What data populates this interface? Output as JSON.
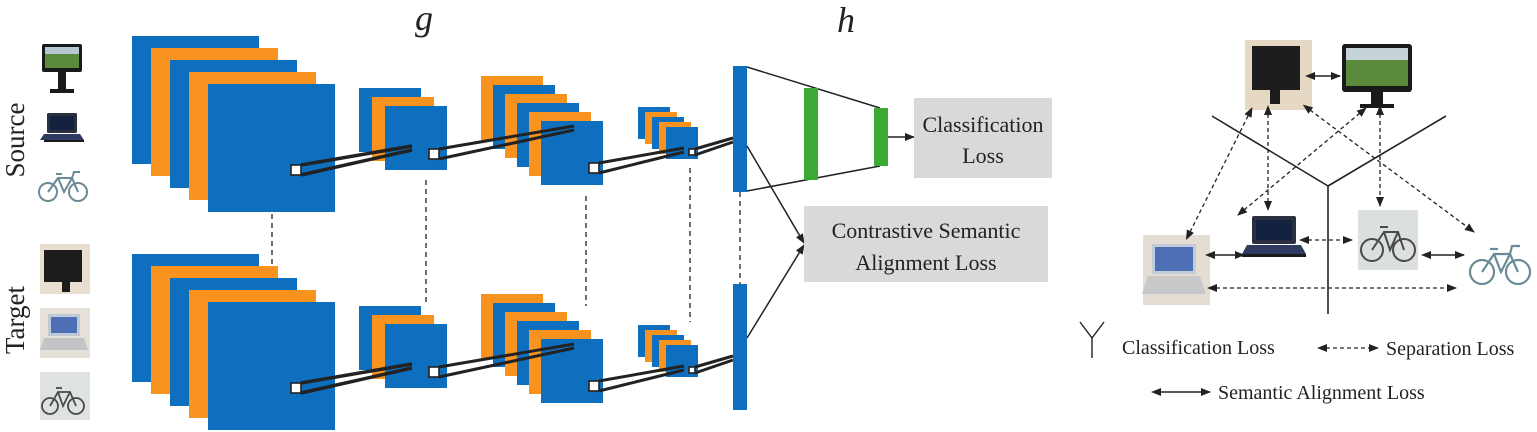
{
  "labels": {
    "source": "Source",
    "target": "Target",
    "g": "g",
    "h": "h"
  },
  "boxes": {
    "classification": [
      "Classification",
      "Loss"
    ],
    "contrastive": [
      "Contrastive Semantic",
      "Alignment Loss"
    ]
  },
  "legend": {
    "classification": "Classification Loss",
    "separation": "Separation Loss",
    "alignment": "Semantic Alignment Loss"
  },
  "icons": {
    "source": [
      "monitor-icon",
      "laptop-icon",
      "bicycle-icon"
    ],
    "target": [
      "monitor-photo-icon",
      "laptop-photo-icon",
      "bicycle-photo-icon"
    ]
  },
  "colors": {
    "blue": "#0E6FBE",
    "orange": "#F7931E",
    "green": "#3AAA35",
    "box": "#D9D9D9",
    "line": "#222222"
  }
}
